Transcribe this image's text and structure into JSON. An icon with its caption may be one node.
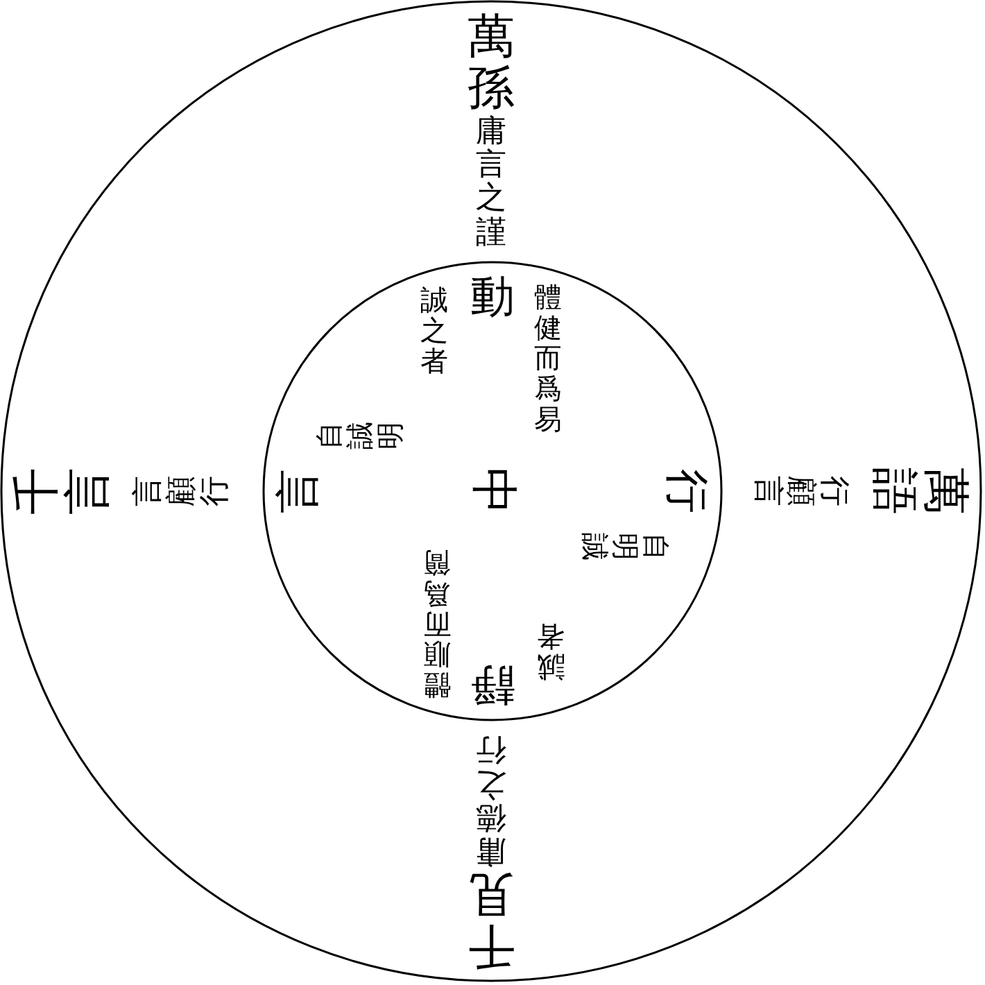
{
  "diagram": {
    "nodes": [
      {
        "text": [
          "萬孫",
          "庸言之謹",
          "萬語",
          "行顧言",
          "千見",
          "庸德之行",
          "千言",
          "言顧行"
        ]
      },
      {
        "text": [
          "誠之者",
          "動",
          "體健而爲易",
          "行",
          "自明誠",
          "中",
          "靜",
          "誠者",
          "體順而爲簡",
          "言",
          "自誠明"
        ],
        "in": 0
      }
    ]
  }
}
